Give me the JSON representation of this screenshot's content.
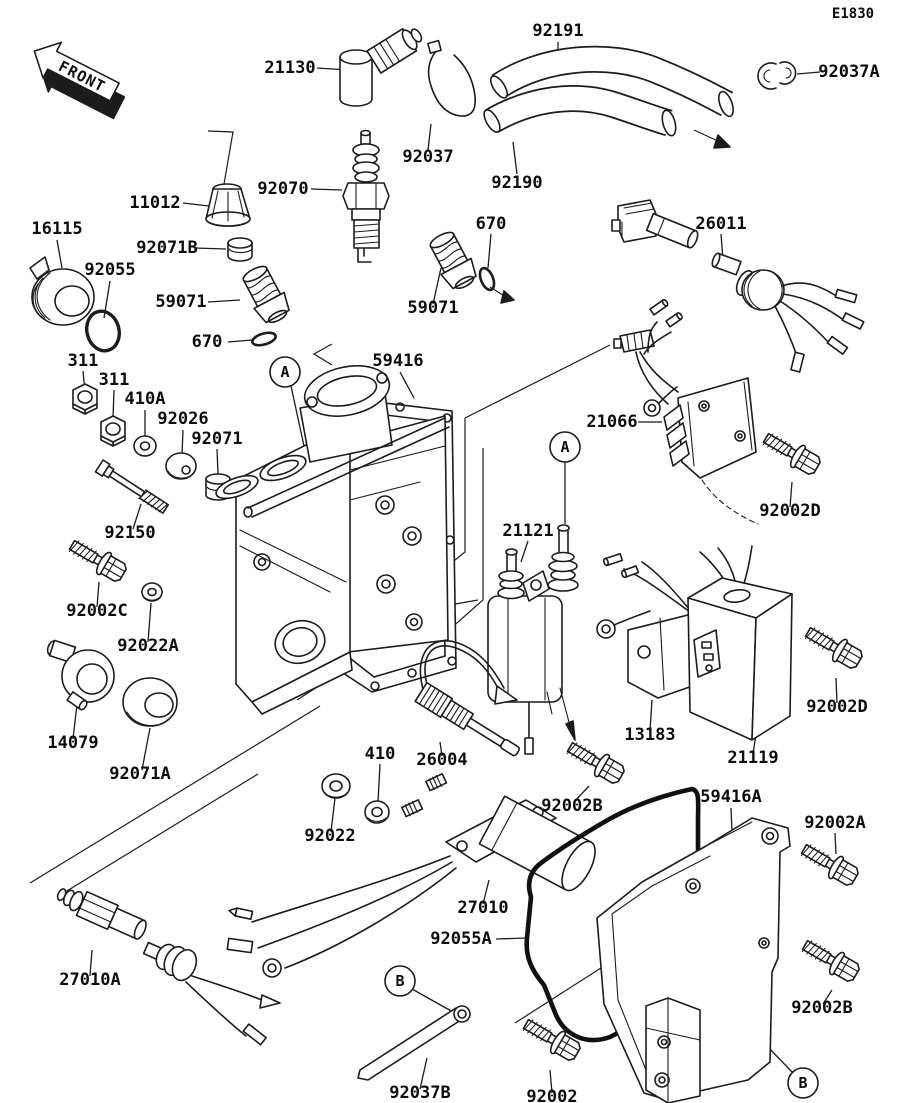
{
  "diagram": {
    "code": "E1830",
    "front_badge": "FRONT"
  },
  "markers": {
    "a1": "A",
    "a2": "A",
    "b1": "B",
    "b2": "B"
  },
  "callouts": {
    "n21130": "21130",
    "n92191": "92191",
    "n92037a": "92037A",
    "n92037": "92037",
    "n92190": "92190",
    "n92070": "92070",
    "n11012": "11012",
    "n670_top": "670",
    "n26011": "26011",
    "n16115": "16115",
    "n92071b": "92071B",
    "n92055": "92055",
    "n59071_left": "59071",
    "n59071_right": "59071",
    "n670_left": "670",
    "n311_a": "311",
    "n311_b": "311",
    "n59416": "59416",
    "n410a": "410A",
    "n92026": "92026",
    "n21066": "21066",
    "n92071": "92071",
    "n92002d_upper": "92002D",
    "n92150": "92150",
    "n21121": "21121",
    "n92002c": "92002C",
    "n92022a": "92022A",
    "n92002d_lower": "92002D",
    "n13183": "13183",
    "n14079": "14079",
    "n21119": "21119",
    "n410": "410",
    "n26004": "26004",
    "n92071a": "92071A",
    "n59416a": "59416A",
    "n92002b_mid": "92002B",
    "n92022": "92022",
    "n92002a": "92002A",
    "n27010": "27010",
    "n92055a": "92055A",
    "n27010a": "27010A",
    "n92002b_lower": "92002B",
    "n92037b": "92037B",
    "n92002": "92002",
    "n670_left_small": "670"
  }
}
